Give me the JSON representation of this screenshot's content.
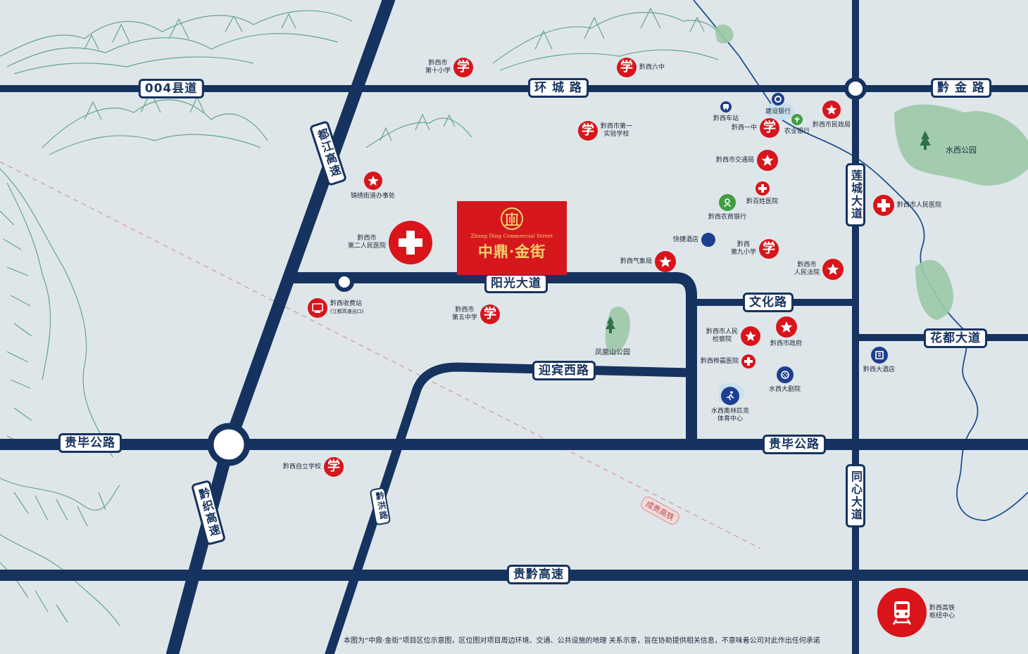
{
  "map": {
    "title": "中鼎·金街",
    "roads": {
      "r004": "004县道",
      "huancheng": "环 城 路",
      "qianjin": "黔 金 路",
      "dujiang": "都江高速",
      "liancheng": "莲城大道",
      "yangguang": "阳光大道",
      "wenhua": "文化路",
      "huadu": "花都大道",
      "yingbin": "迎宾西路",
      "guibi_left": "贵毕公路",
      "guibi_right": "贵毕公路",
      "qianzhi": "黔织高速",
      "qianhong": "黔洪路",
      "tongxin": "同心大道",
      "guiqian": "贵黔高速",
      "rail": "成贵高铁"
    },
    "project": {
      "en": "Zhong Ding Commercial Street",
      "cn": "中鼎·金街"
    },
    "pois": {
      "school10": "黔西市\n第十小学",
      "school6": "黔西六中",
      "school1": "黔西市第一\n实验学校",
      "jinxiu": "锦绣街道办事处",
      "hospital2": "黔西市\n第二人民医院",
      "toll": "黔西收费站",
      "toll_sub": "(江都高速出口)",
      "school5": "黔西市\n第五中学",
      "zili": "黔西自立学校",
      "fenghuang": "凤凰山公园",
      "station": "黔西车站",
      "jianshe": "建设银行",
      "nongye": "农业银行",
      "yizhong": "黔西一中",
      "minzheng": "黔西市民政局",
      "jiaotong": "黔西市交通局",
      "baixing": "黔百姓医院",
      "nongshang": "黔西农商银行",
      "kuaijie": "快捷酒店",
      "school9": "黔西\n第九小学",
      "qixiang": "黔西气象局",
      "fayuan": "黔西市\n人民法院",
      "renmin_hosp": "黔西市人民医院",
      "shuixi_park": "水西公园",
      "jiancha": "黔西市人民\n检察院",
      "zhengfu": "黔西市政府",
      "huachen": "黔西桦晨医院",
      "dajiudian": "黔西大酒店",
      "juyuan": "水西大剧院",
      "sports": "水西奥林匹克\n体育中心",
      "hsr": "黔西高铁\n枢纽中心"
    },
    "icons": {
      "school_glyph": "学",
      "colors": {
        "red": "#d9141b",
        "navy": "#16335f",
        "blue": "#1e3f8f",
        "green": "#3f9e42",
        "gold": "#f7d36b"
      }
    },
    "footer": "本图为“中鼎·金街”项目区位示意图，区位图对项目周边环境、交通、公共设施的地理 关系示意，旨在协助提供相关信息，不意味着公司对此作出任何承诺"
  }
}
